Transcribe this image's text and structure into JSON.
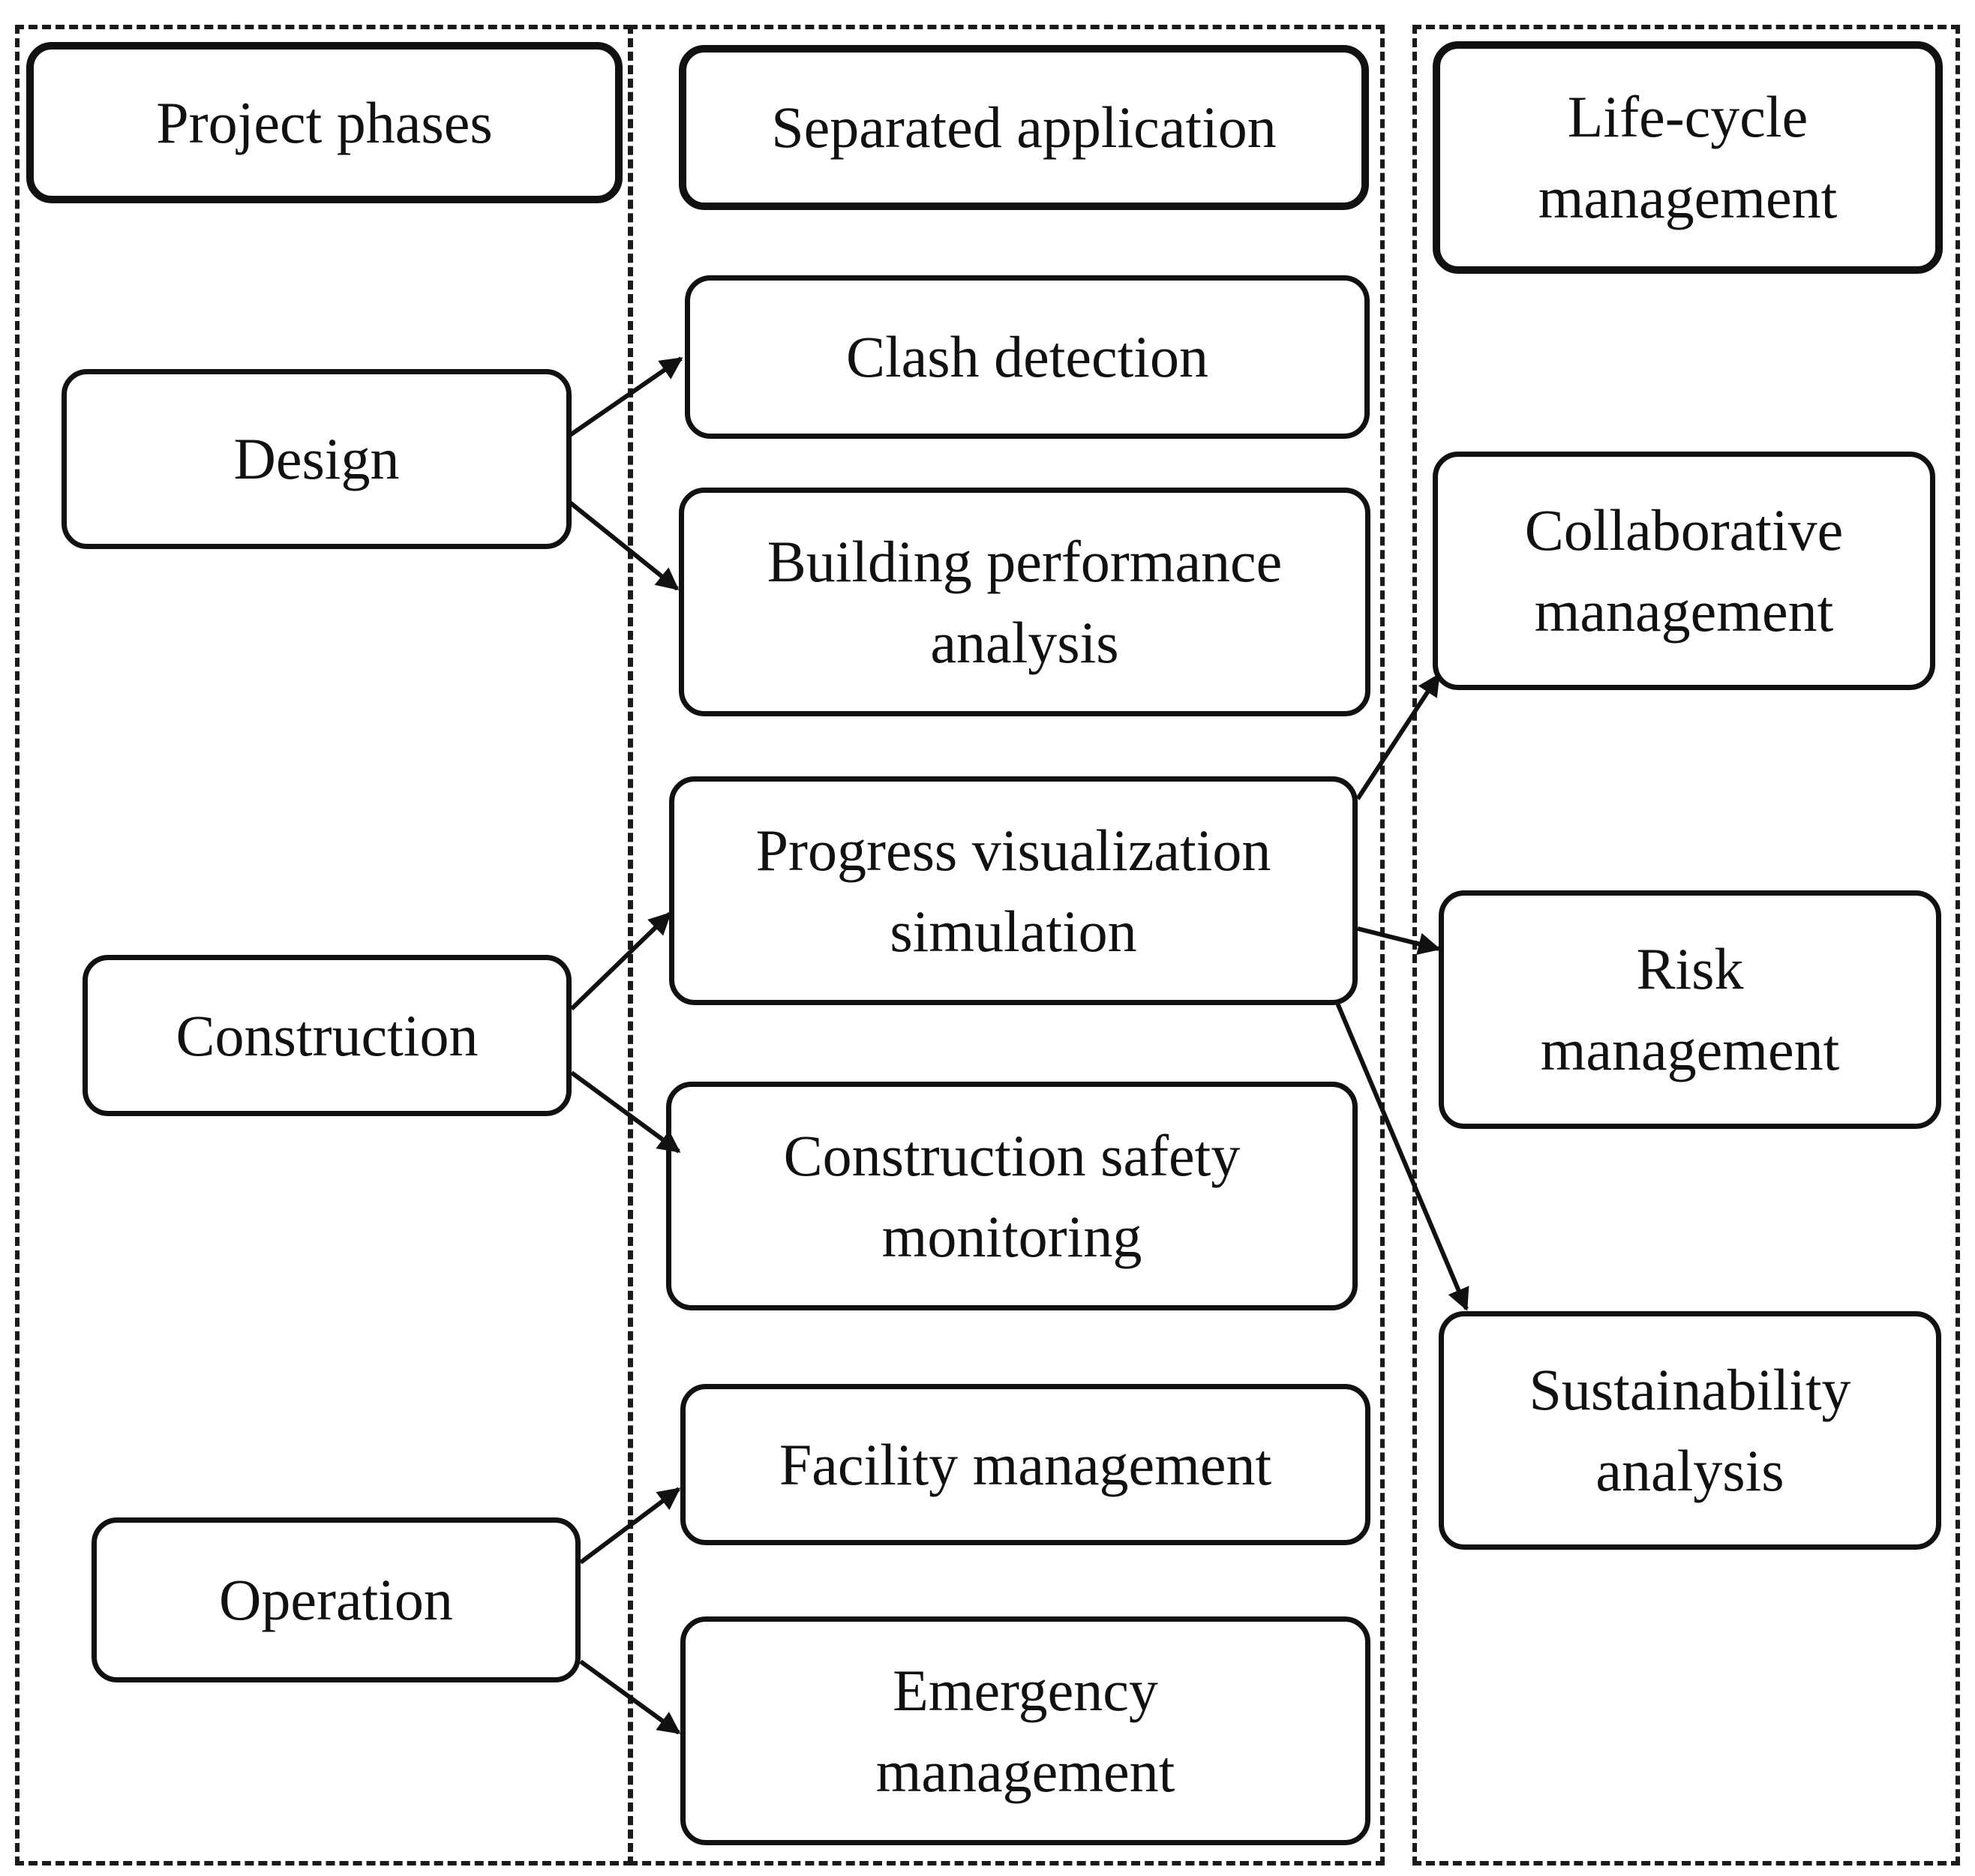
{
  "columns": {
    "phases": {
      "header": "Project phases",
      "items": [
        "Design",
        "Construction",
        "Operation"
      ]
    },
    "applications": {
      "header": "Separated application",
      "items": [
        "Clash detection",
        "Building performance analysis",
        "Progress visualization simulation",
        "Construction safety monitoring",
        "Facility management",
        "Emergency management"
      ]
    },
    "lifecycle": {
      "header": "Life-cycle management",
      "items": [
        "Collaborative management",
        "Risk management",
        "Sustainability analysis"
      ]
    }
  },
  "connections": [
    {
      "from": "Design",
      "to": "Clash detection"
    },
    {
      "from": "Design",
      "to": "Building performance analysis"
    },
    {
      "from": "Construction",
      "to": "Progress visualization simulation"
    },
    {
      "from": "Construction",
      "to": "Construction safety monitoring"
    },
    {
      "from": "Operation",
      "to": "Facility management"
    },
    {
      "from": "Operation",
      "to": "Emergency management"
    },
    {
      "from": "Progress visualization simulation",
      "to": "Collaborative management"
    },
    {
      "from": "Progress visualization simulation",
      "to": "Risk management"
    },
    {
      "from": "Progress visualization simulation",
      "to": "Sustainability analysis"
    }
  ]
}
